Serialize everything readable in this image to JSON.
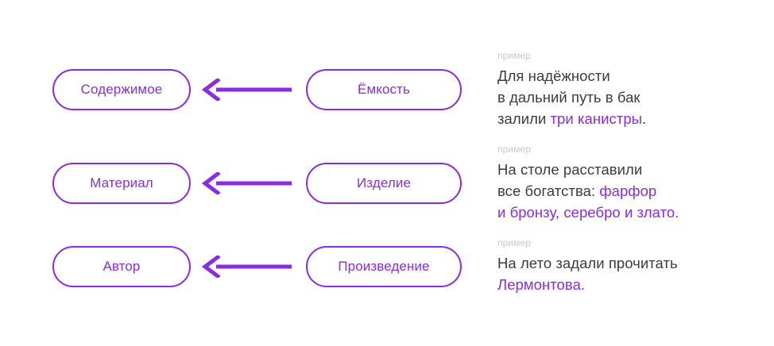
{
  "colors": {
    "accent": "#8B2BE2",
    "body_text": "#3c3c3c",
    "label_text": "#c9c9cc",
    "background": "#ffffff"
  },
  "diagram": {
    "arrow_icon": "arrow-left-icon",
    "rows": [
      {
        "target_label": "Содержимое",
        "source_label": "Ёмкость"
      },
      {
        "target_label": "Материал",
        "source_label": "Изделие"
      },
      {
        "target_label": "Автор",
        "source_label": "Произведение"
      }
    ]
  },
  "examples": [
    {
      "label": "пример",
      "lines": [
        [
          {
            "text": "Для надёжности",
            "highlight": false
          }
        ],
        [
          {
            "text": "в дальний путь в бак",
            "highlight": false
          }
        ],
        [
          {
            "text": "залили ",
            "highlight": false
          },
          {
            "text": "три канистры",
            "highlight": true
          },
          {
            "text": ".",
            "highlight": false
          }
        ]
      ]
    },
    {
      "label": "пример",
      "lines": [
        [
          {
            "text": "На столе расставили",
            "highlight": false
          }
        ],
        [
          {
            "text": "все богатства: ",
            "highlight": false
          },
          {
            "text": "фарфор",
            "highlight": true
          }
        ],
        [
          {
            "text": "и бронзу, серебро и злато.",
            "highlight": true
          }
        ]
      ]
    },
    {
      "label": "пример",
      "lines": [
        [
          {
            "text": "На лето задали прочитать",
            "highlight": false
          }
        ],
        [
          {
            "text": "Лермонтова.",
            "highlight": true
          }
        ]
      ]
    }
  ]
}
